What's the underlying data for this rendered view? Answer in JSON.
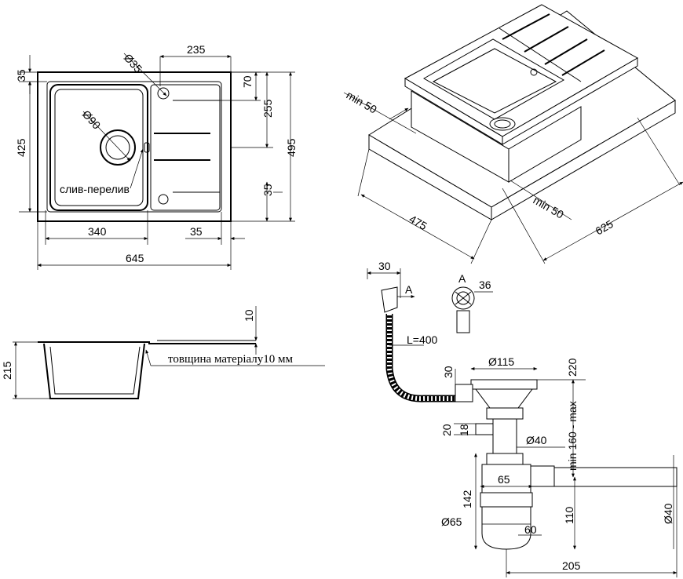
{
  "top_view": {
    "dims": {
      "d35": "Ø35",
      "w235": "235",
      "h70": "70",
      "h255": "255",
      "h35_top": "35",
      "h425": "425",
      "h495": "495",
      "h35_right": "35",
      "d90": "Ø90",
      "w340": "340",
      "w35": "35",
      "w645": "645"
    },
    "overflow_label": "слив-перелив"
  },
  "iso_view": {
    "dims": {
      "min50_left": "min 50",
      "min50_right": "min 50",
      "w475": "475",
      "w625": "625"
    }
  },
  "section_view": {
    "dims": {
      "h10": "10",
      "h215": "215"
    },
    "thickness_label": "товщина матеріалу10 мм"
  },
  "siphon_view": {
    "dims": {
      "w30": "30",
      "a_top": "A",
      "a_detail": "A",
      "d36": "36",
      "hose_length": "L=400",
      "h30": "30",
      "d115": "Ø115",
      "h220": "220",
      "h20": "20",
      "h18": "18",
      "d40": "Ø40",
      "min_max": "min 160 - max",
      "w65": "65",
      "h142": "142",
      "h110": "110",
      "d65": "Ø65",
      "w60": "60",
      "d40_right": "Ø40",
      "w205": "205"
    }
  }
}
